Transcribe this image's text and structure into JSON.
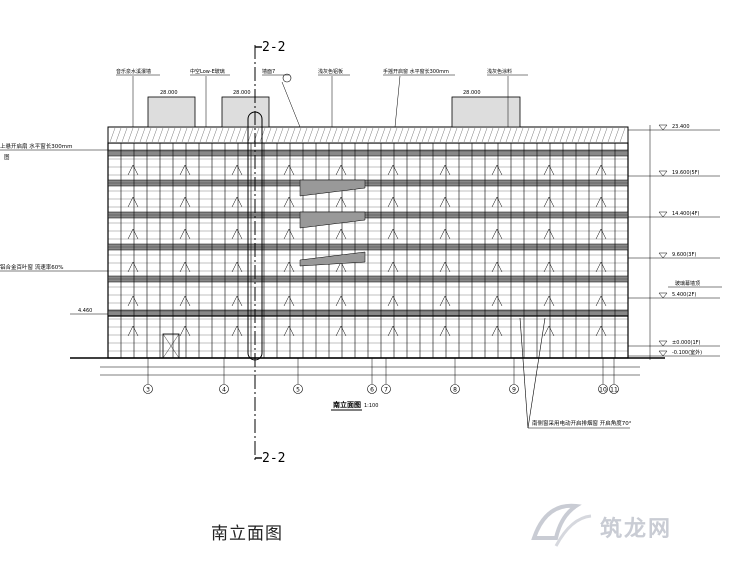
{
  "caption": "南立面图",
  "drawing_title": "南立面图",
  "drawing_scale": "1:100",
  "section_mark_top": "2-2",
  "section_mark_bottom": "2-2",
  "watermark_text": "筑龙网",
  "top_notes": [
    "音乐泉水溪瀑墙",
    "中空Low-E玻璃",
    "墙面7",
    "浅灰色铝板",
    "手摇开启窗 水平窗长300mm",
    "浅灰色涂料"
  ],
  "left_notes": [
    "上悬开启扇 水平窗长300mm",
    "图",
    "铝合金百叶窗 流速率60%"
  ],
  "right_note": "玻璃幕墙顶",
  "bottom_note": "南侧窗采用电动开启排烟窗 开启角度70°",
  "elevations": [
    "23.400",
    "19.600(5F)",
    "14.400(4F)",
    "9.600(3F)",
    "5.400(2F)",
    "±0.000(1F)",
    "-0.100(室外)"
  ],
  "grid_labels": [
    "3",
    "4",
    "5",
    "6",
    "7",
    "8",
    "9",
    "10",
    "11"
  ],
  "colors": {
    "line": "#000000",
    "glass": "#ffffff",
    "watermark": "#c9ccd4"
  }
}
